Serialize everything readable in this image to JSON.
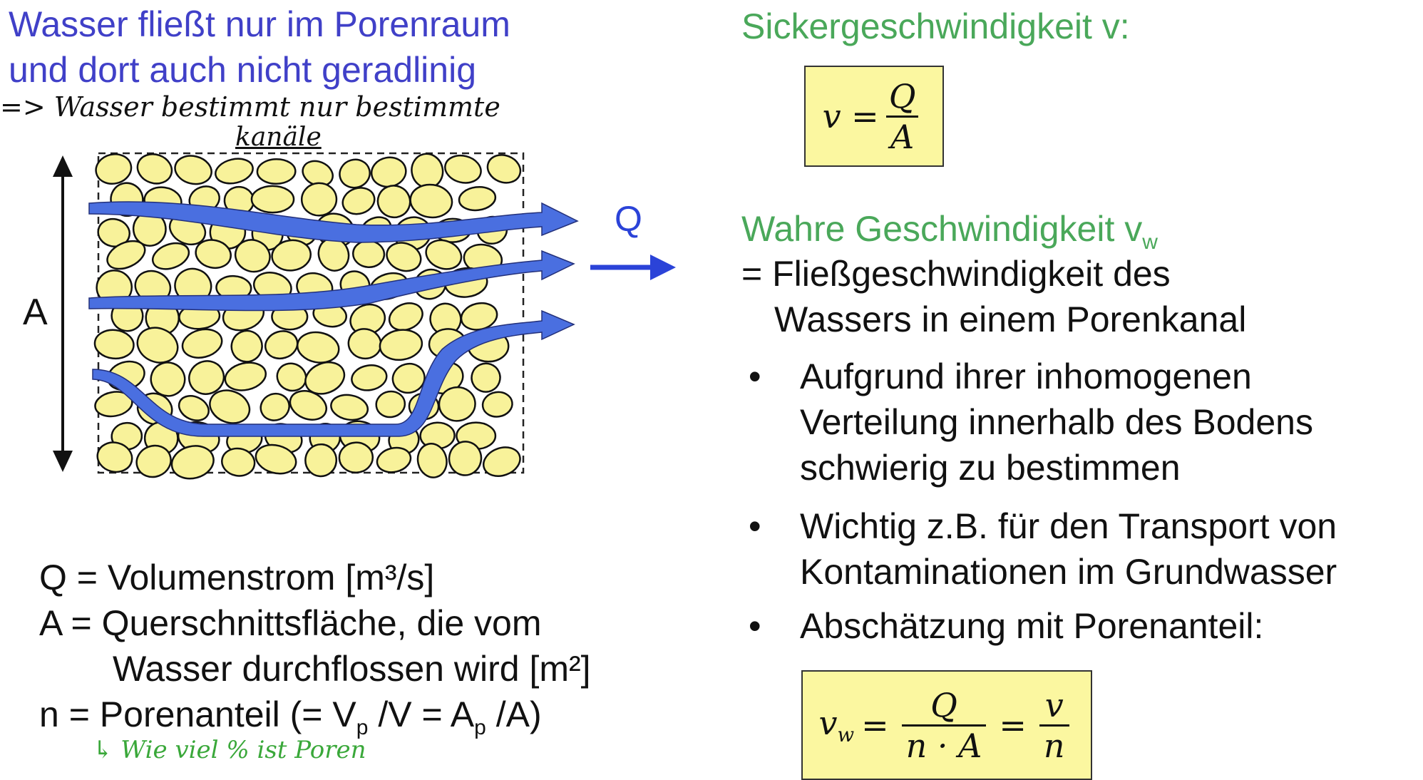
{
  "left_title": {
    "line1": "Wasser fließt nur im Porenraum",
    "line2": "und dort auch nicht geradlinig"
  },
  "handwriting": {
    "note1": "=> Wasser bestimmt nur bestimmte",
    "note2": "kanäle",
    "note3": "↳ Wie viel % ist Poren"
  },
  "diagram": {
    "label_A": "A",
    "label_Q": "Q"
  },
  "definitions": {
    "q_def": "Q = Volumenstrom [m³/s]",
    "a_def_line1": "A = Querschnittsfläche, die vom",
    "a_def_line2": "Wasser durchflossen wird [m²]",
    "n_def_prefix": "n = Porenanteil (= V",
    "n_def_p1": "p",
    "n_def_mid": " /V = A",
    "n_def_p2": "p",
    "n_def_suffix": " /A)"
  },
  "right": {
    "sicker_heading": "Sickergeschwindigkeit v:",
    "formula1": {
      "lhs": "v =",
      "num": "Q",
      "den": "A"
    },
    "wahre_heading": "Wahre Geschwindigkeit v",
    "wahre_sub": "w",
    "def_line1": "= Fließgeschwindigkeit des",
    "def_line2": "Wassers in einem Porenkanal",
    "bullets": [
      {
        "dot": "•",
        "lines": [
          "Aufgrund ihrer inhomogenen",
          "Verteilung innerhalb des Bodens",
          "schwierig zu bestimmen"
        ]
      },
      {
        "dot": "•",
        "lines": [
          "Wichtig z.B. für den Transport von",
          "Kontaminationen im Grundwasser"
        ]
      },
      {
        "dot": "•",
        "lines": [
          "Abschätzung mit Porenanteil:"
        ]
      }
    ],
    "formula2": {
      "lhs": "v",
      "lhs_sub": "w",
      "eq1": "=",
      "num1": "Q",
      "den1": "n · A",
      "eq2": "=",
      "num2": "v",
      "den2": "n"
    }
  },
  "colors": {
    "title_blue": "#4040c8",
    "heading_green": "#4aa85a",
    "flow_blue": "#4a6fe0",
    "grain_yellow": "#f8f29a",
    "box_yellow": "#fbf7a0"
  }
}
